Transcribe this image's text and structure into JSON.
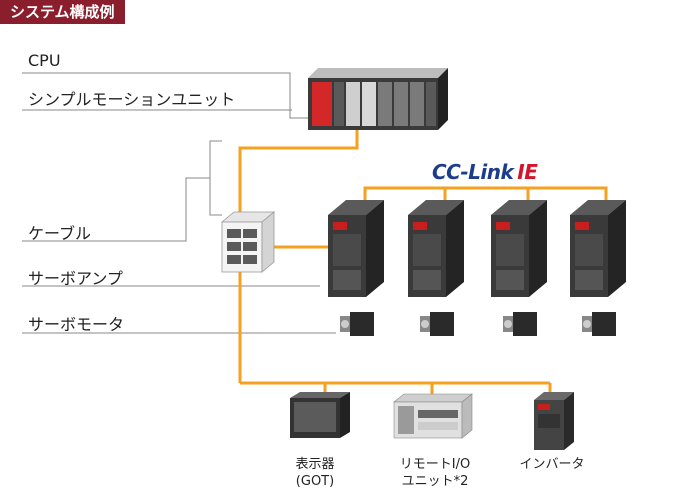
{
  "header": {
    "title": "システム構成例"
  },
  "labels": {
    "cpu": "CPU",
    "motion_unit": "シンプルモーションユニット",
    "cable": "ケーブル",
    "servo_amp": "サーボアンプ",
    "servo_motor": "サーボモータ"
  },
  "network_logo": {
    "part1": "CC-Link",
    "part2": "IE"
  },
  "devices": {
    "display": {
      "line1": "表示器",
      "line2": "(GOT)"
    },
    "remote_io": {
      "line1": "リモートI/O",
      "line2": "ユニット*2"
    },
    "inverter": {
      "line1": "インバータ"
    }
  },
  "colors": {
    "header_bg": "#8b1e2d",
    "cable": "#f5a01e",
    "plc_red": "#d42828",
    "logo_blue": "#1e3c8c",
    "logo_red": "#d4142a"
  }
}
